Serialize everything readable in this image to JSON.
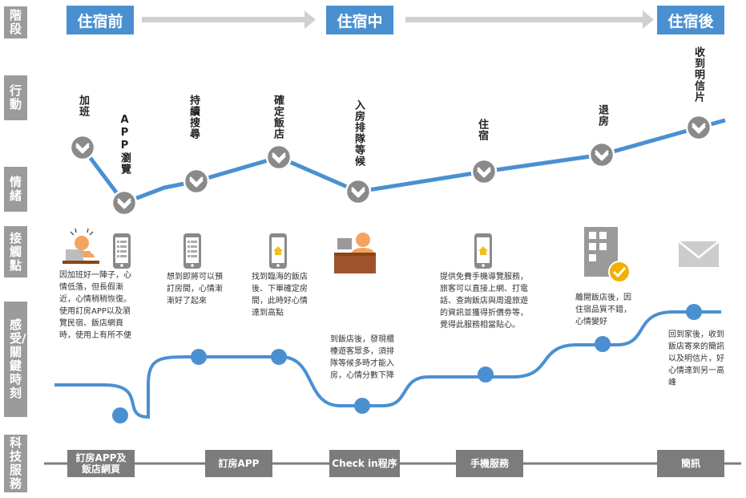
{
  "row_labels": {
    "stage": "階段",
    "action": "行動",
    "emotion": "情緒",
    "touchpoint": "接觸點",
    "moment": "感受/關鍵時刻",
    "service": "科技服務"
  },
  "phases": [
    "住宿前",
    "住宿中",
    "住宿後"
  ],
  "actions": [
    "加班",
    "APP瀏覽",
    "持續搜尋",
    "確定飯店",
    "入房排隊等候",
    "住宿",
    "退房",
    "收到明信片"
  ],
  "notes": [
    [
      "因加班好一陣子，心",
      "情低落，但長假漸",
      "近，心情稍稍恢復。",
      "使用訂房APP以及瀏",
      "覽民宿、飯店網頁",
      "時，使用上有所不便"
    ],
    [
      "想到即將可以預",
      "訂房間，心情漸",
      "漸好了起來"
    ],
    [
      "找到臨海的飯店",
      "後、下單確定房",
      "間，此時好心情",
      "達到高點"
    ],
    [
      "到飯店後，發現櫃",
      "檯遊客眾多，須排",
      "隊等候多時才能入",
      "房，心情分數下降"
    ],
    [
      "提供免費手機導覽服務，",
      "旅客可以直接上網、打電",
      "話、查詢飯店與周邊旅遊",
      "的資訊並獲得折價劵等，",
      "覺得此服務相當貼心。"
    ],
    [
      "離開飯店後，因",
      "住宿品質不錯，",
      "心情變好"
    ],
    [
      "回到家後，收到",
      "飯店寄來的簡訊",
      "以及明信片，好",
      "心情達到另一高",
      "峰"
    ]
  ],
  "services": [
    "訂房APP及飯店網頁",
    "訂房APP",
    "Check in程序",
    "手機服務",
    "簡訊"
  ],
  "colors": {
    "accent": "#4a90d1",
    "label_gray": "#9b9b9b",
    "service_gray": "#7c7c7c",
    "node_gray": "#8a8a8a"
  },
  "icons": [
    "stressed-worker-icon",
    "phone-icon",
    "phone-icon",
    "phone-home-icon",
    "front-desk-icon",
    "phone-home-icon",
    "hotel-check-icon",
    "envelope-icon"
  ]
}
